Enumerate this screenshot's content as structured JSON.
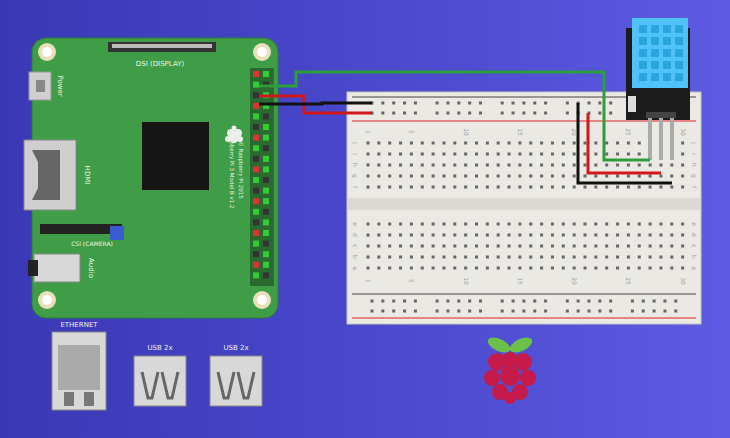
{
  "diagram": {
    "labels": [
      "DSI (DISPLAY)",
      "Power",
      "HDMI",
      "Raspberry Pi 3 Model B v1.2",
      "© Raspberry Pi 2015",
      "CSI (CAMERA)",
      "Audio",
      "ETHERNET",
      "USB 2x",
      "USB 2x",
      "1",
      "5",
      "10",
      "15",
      "20",
      "25",
      "30",
      "1",
      "5",
      "10",
      "15",
      "20",
      "25",
      "30",
      "j",
      "i",
      "h",
      "g",
      "f",
      "e",
      "d",
      "c",
      "b",
      "a",
      "j",
      "i",
      "h",
      "g",
      "f",
      "e",
      "d",
      "c",
      "b",
      "a"
    ]
  }
}
